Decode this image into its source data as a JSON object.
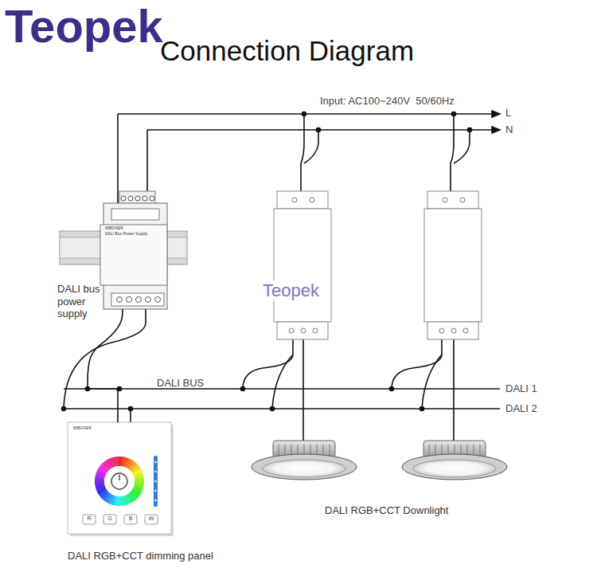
{
  "diagram": {
    "title": "Connection Diagram",
    "nodes": [
      {
        "text": [
          "DALI bus power supply"
        ]
      },
      {
        "text": [
          "DALI RGB+CCT dimming panel"
        ]
      }
    ],
    "edges": [
      {
        "from": 0,
        "to": 1,
        "arrow": "none"
      }
    ],
    "labels": [
      "Teopek",
      "Input: AC100~240V  50/60Hz",
      "L",
      "N",
      "MiBOXER",
      "DALI Bus Power Supply",
      "Teopek",
      "DALI BUS",
      "DALI 1",
      "DALI 2",
      "MiBOXER",
      "R",
      "G",
      "B",
      "W",
      "DALI RGB+CCT Downlight"
    ]
  }
}
